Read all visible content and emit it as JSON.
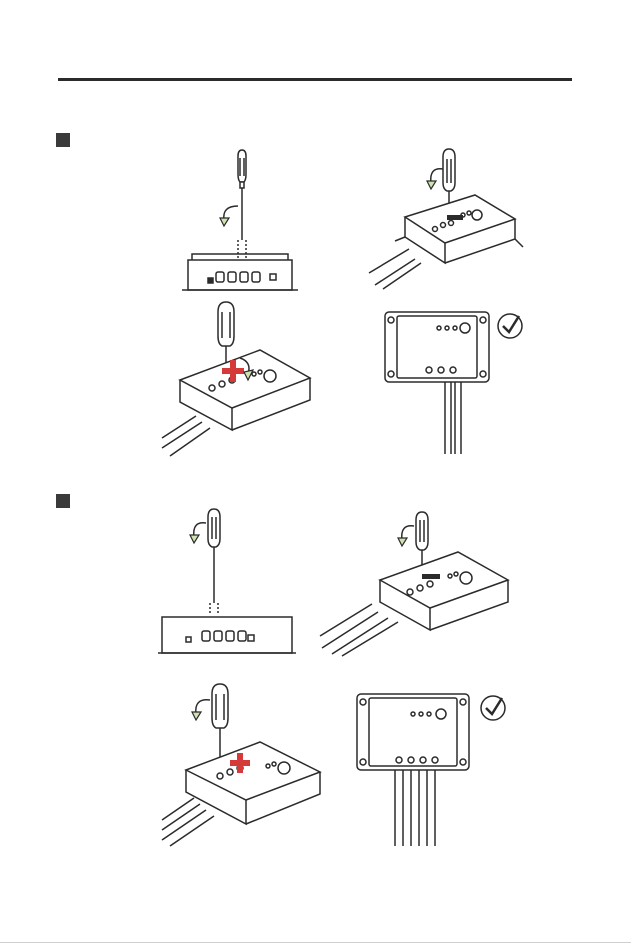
{
  "page": {
    "sections": [
      {
        "id": "section-1",
        "panels": [
          {
            "id": "s1-p1",
            "icon": "screwdriver-unscrew-side-view"
          },
          {
            "id": "s1-p2",
            "icon": "screwdriver-unscrew-iso-minus"
          },
          {
            "id": "s1-p3",
            "icon": "screwdriver-tighten-iso-plus"
          },
          {
            "id": "s1-p4",
            "icon": "controller-front-checkmark"
          }
        ]
      },
      {
        "id": "section-2",
        "panels": [
          {
            "id": "s2-p1",
            "icon": "screwdriver-unscrew-side-view"
          },
          {
            "id": "s2-p2",
            "icon": "screwdriver-unscrew-iso-minus"
          },
          {
            "id": "s2-p3",
            "icon": "screwdriver-tighten-iso-plus"
          },
          {
            "id": "s2-p4",
            "icon": "controller-front-checkmark"
          }
        ]
      }
    ],
    "colors": {
      "line": "#2b2b2b",
      "arrow_fill": "#cfe3b0",
      "plus": "#d43a3a",
      "minus": "#2b2b2b"
    }
  }
}
